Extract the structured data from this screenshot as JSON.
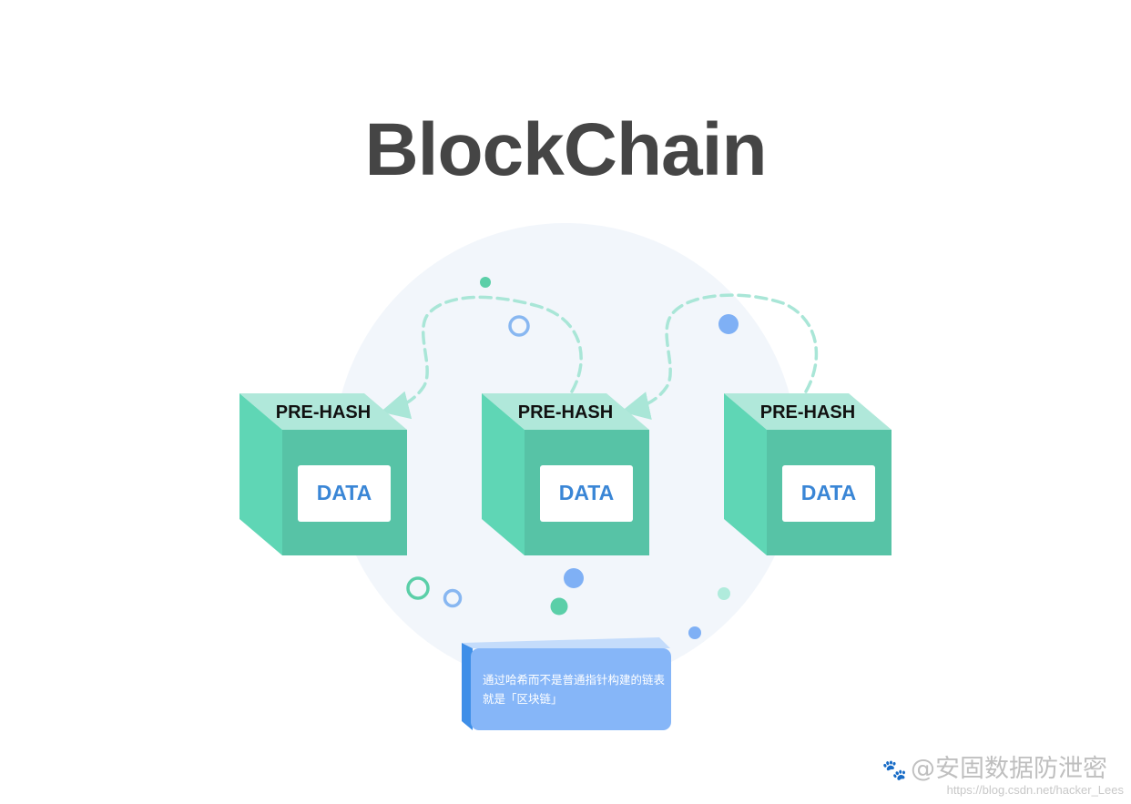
{
  "title": "BlockChain",
  "blocks": [
    {
      "header": "PRE-HASH",
      "body": "DATA"
    },
    {
      "header": "PRE-HASH",
      "body": "DATA"
    },
    {
      "header": "PRE-HASH",
      "body": "DATA"
    }
  ],
  "note": {
    "text": "通过哈希而不是普通指针构建的链表就是「区块链」"
  },
  "watermark": {
    "brand": "@安固数据防泄密",
    "url": "https://blog.csdn.net/hacker_Lees"
  },
  "colors": {
    "title": "#454545",
    "block_front": "#57c3a6",
    "block_side": "#5fd6b5",
    "block_top": "#b0e8da",
    "data_text": "#3a86d6",
    "note_card": "#86b6f8",
    "note_side": "#3f8fe8",
    "arrow": "#a9e6d7",
    "circle_bg": "#f2f6fb"
  }
}
